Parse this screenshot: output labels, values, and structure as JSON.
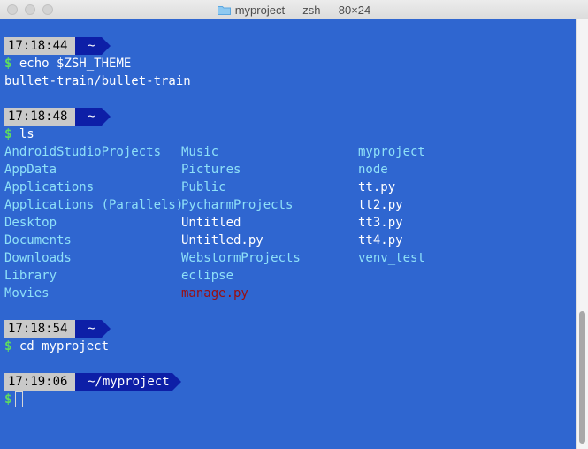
{
  "window": {
    "title": "myproject — zsh — 80×24"
  },
  "colors": {
    "background": "#2f66d0",
    "time_segment": "#c9c9c9",
    "dir_segment": "#0d1fa7",
    "prompt_symbol": "#5fdd5f",
    "directory": "#8ee0f8",
    "file": "#ffffff",
    "executable": "#9b0e0e"
  },
  "session": {
    "p1": {
      "time": "17:18:44",
      "dir": "~",
      "command": "echo $ZSH_THEME"
    },
    "out1": "bullet-train/bullet-train",
    "p2": {
      "time": "17:18:48",
      "dir": "~",
      "command": "ls"
    },
    "ls": {
      "col1": [
        "AndroidStudioProjects",
        "AppData",
        "Applications",
        "Applications (Parallels)",
        "Desktop",
        "Documents",
        "Downloads",
        "Library",
        "Movies"
      ],
      "col2": [
        "Music",
        "Pictures",
        "Public",
        "PycharmProjects",
        "Untitled",
        "Untitled.py",
        "WebstormProjects",
        "eclipse",
        "manage.py"
      ],
      "col3": [
        "myproject",
        "node",
        "tt.py",
        "tt2.py",
        "tt3.py",
        "tt4.py",
        "venv_test"
      ]
    },
    "p3": {
      "time": "17:18:54",
      "dir": "~",
      "command": "cd myproject"
    },
    "p4": {
      "time": "17:19:06",
      "dir": "~/myproject",
      "command": ""
    },
    "prompt_symbol": "$"
  }
}
